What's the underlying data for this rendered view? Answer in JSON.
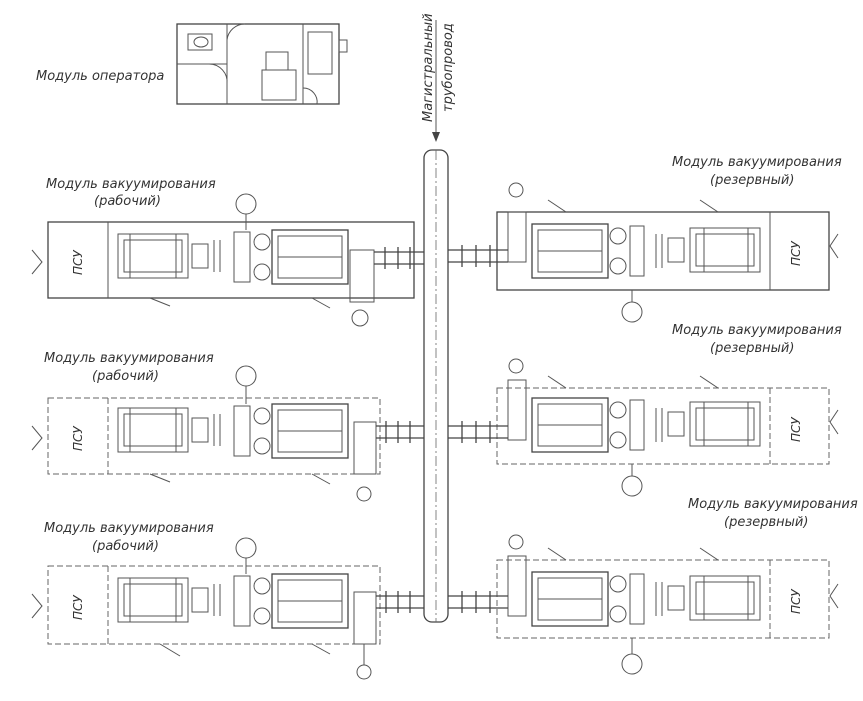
{
  "operator_module": {
    "label": "Модуль оператора"
  },
  "main_pipeline": {
    "label_line1": "Магистральный",
    "label_line2": "трубопровод"
  },
  "left_modules": [
    {
      "title": "Модуль вакуумирования",
      "subtitle": "(рабочий)",
      "psu": "ПСУ"
    },
    {
      "title": "Модуль вакуумирования",
      "subtitle": "(рабочий)",
      "psu": "ПСУ"
    },
    {
      "title": "Модуль вакуумирования",
      "subtitle": "(рабочий)",
      "psu": "ПСУ"
    }
  ],
  "right_modules": [
    {
      "title": "Модуль вакуумирования",
      "subtitle": "(резервный)",
      "psu": "ПСУ"
    },
    {
      "title": "Модуль вакуумирования",
      "subtitle": "(резервный)",
      "psu": "ПСУ"
    },
    {
      "title": "Модуль вакуумирования",
      "subtitle": "(резервный)",
      "psu": "ПСУ"
    }
  ],
  "colors": {
    "line": "#555555",
    "background": "#ffffff"
  }
}
